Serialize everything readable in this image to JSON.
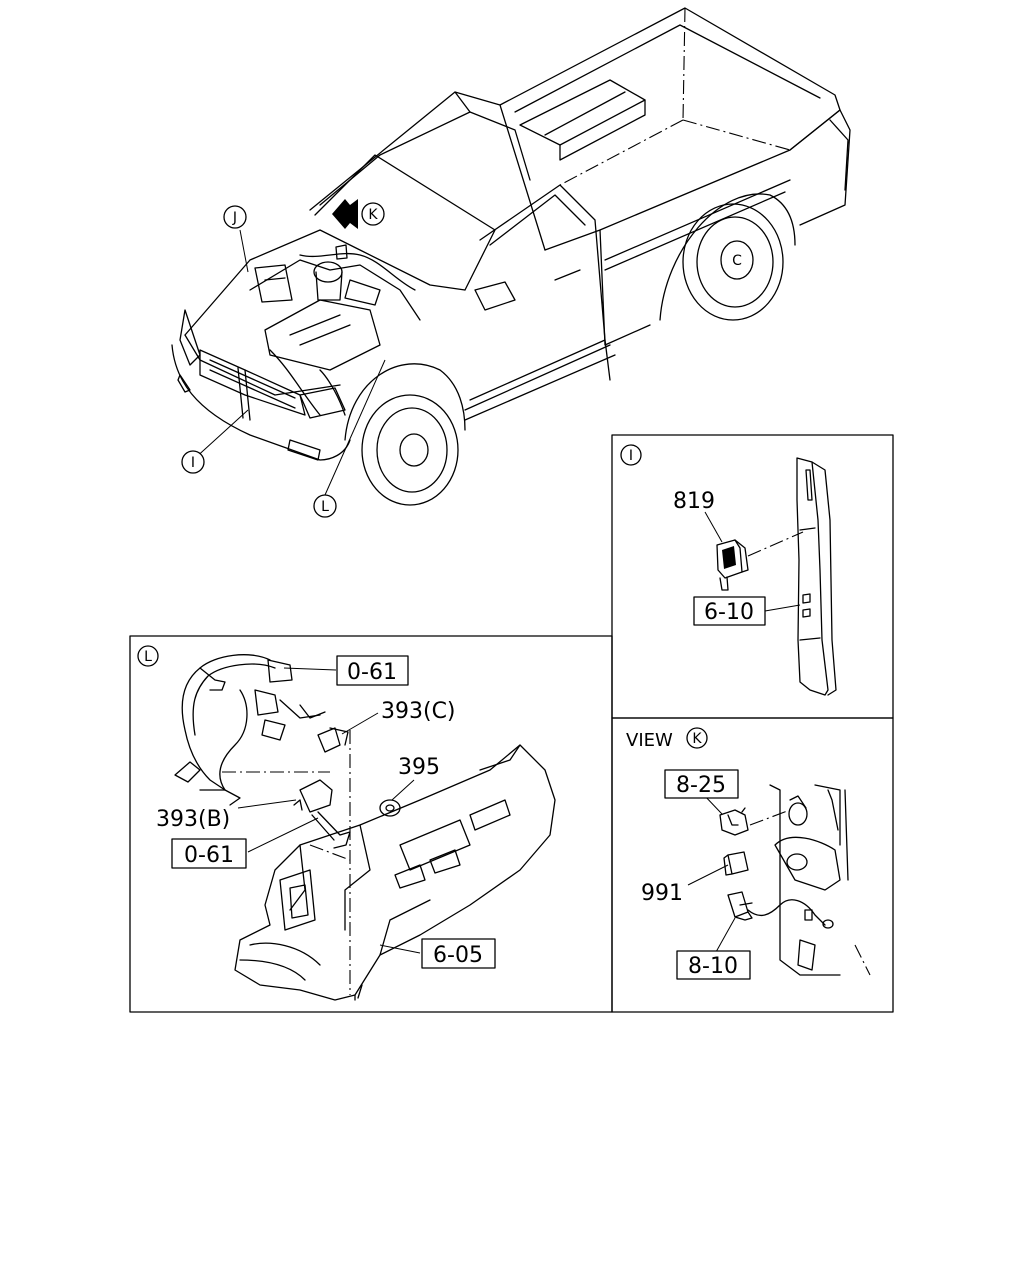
{
  "callouts": {
    "J": "J",
    "K": "K",
    "I": "I",
    "L": "L"
  },
  "panel_L": {
    "tag": "L",
    "labels": {
      "p061_top": "0-61",
      "p393c": "393(C)",
      "p395": "395",
      "p393b": "393(B)",
      "p061_bottom": "0-61",
      "p605": "6-05"
    }
  },
  "panel_I": {
    "tag": "I",
    "labels": {
      "p819": "819",
      "p610": "6-10"
    }
  },
  "panel_K": {
    "view_prefix": "VIEW",
    "tag": "K",
    "labels": {
      "p825": "8-25",
      "p991": "991",
      "p810": "8-10"
    }
  }
}
